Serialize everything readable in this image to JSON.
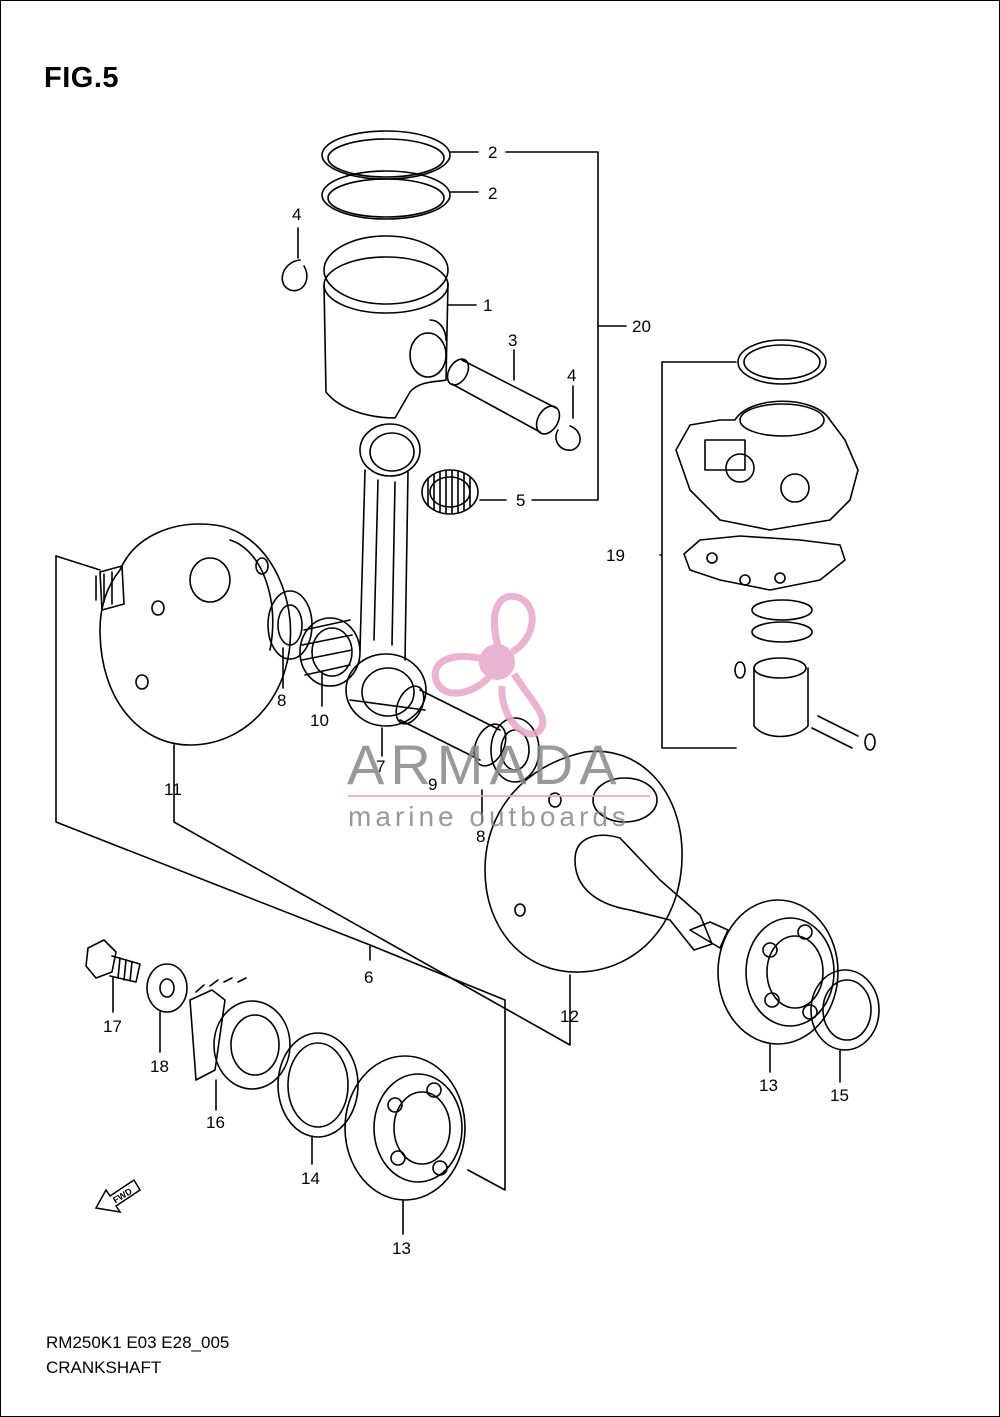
{
  "figure": {
    "title": "FIG.5"
  },
  "parts": {
    "p1": "1",
    "p2a": "2",
    "p2b": "2",
    "p3": "3",
    "p4a": "4",
    "p4b": "4",
    "p5": "5",
    "p6": "6",
    "p7": "7",
    "p8a": "8",
    "p8b": "8",
    "p9": "9",
    "p10": "10",
    "p11": "11",
    "p12": "12",
    "p13a": "13",
    "p13b": "13",
    "p14": "14",
    "p15": "15",
    "p16": "16",
    "p17": "17",
    "p18": "18",
    "p19": "19",
    "p20": "20"
  },
  "watermark": {
    "brand": "ARMADA",
    "tagline": "marine outboards",
    "logo_color": "#e8a6cb"
  },
  "fwd_label": "FWD",
  "caption": {
    "code": "RM250K1 E03 E28_005",
    "section": "CRANKSHAFT"
  }
}
